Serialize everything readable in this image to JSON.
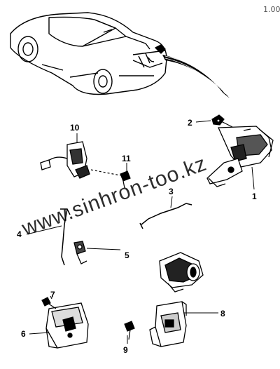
{
  "watermark_top": "1.00",
  "watermark_main": "www.sinhron-too.kz",
  "callouts": {
    "c1": "1",
    "c2": "2",
    "c3": "3",
    "c4": "4",
    "c5": "5",
    "c6": "6",
    "c7": "7",
    "c8": "8",
    "c9": "9",
    "c10": "10",
    "c11": "11"
  }
}
